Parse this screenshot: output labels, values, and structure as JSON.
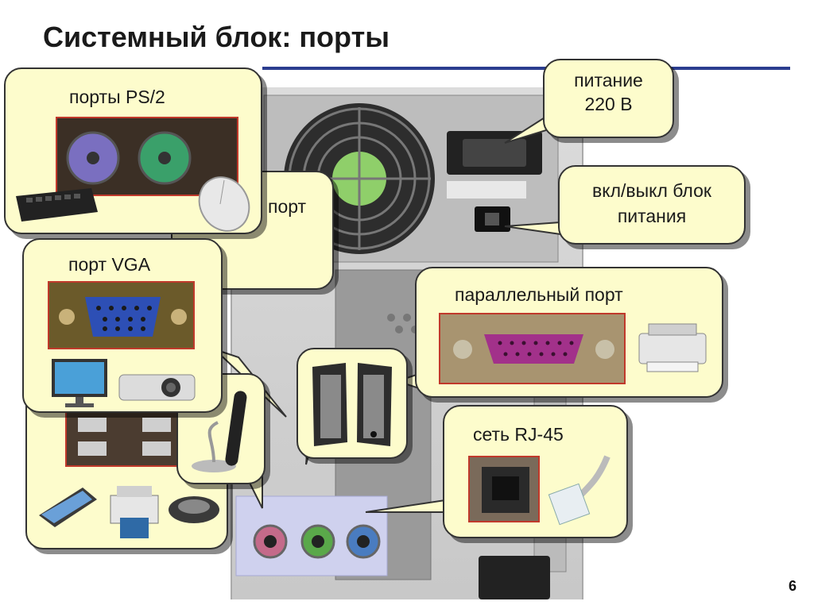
{
  "slide": {
    "title": "Системный блок: порты",
    "number": "6"
  },
  "callouts": {
    "ps2": "порты PS/2",
    "usb": "порт",
    "vga": "порт VGA",
    "power": "питание 220 В",
    "switch": "вкл/выкл блок питания",
    "parallel": "параллельный порт",
    "rj45": "сеть RJ-45"
  },
  "colors": {
    "callout_bg": "#fdfccc",
    "title_rule": "#2b3d8f",
    "thumb_border": "#c0392b"
  },
  "icons": [
    "keyboard-icon",
    "mouse-icon",
    "monitor-icon",
    "projector-icon",
    "microphone-icon",
    "speakers-icon",
    "printer-icon",
    "scanner-icon",
    "network-cable-icon",
    "fan-icon"
  ]
}
